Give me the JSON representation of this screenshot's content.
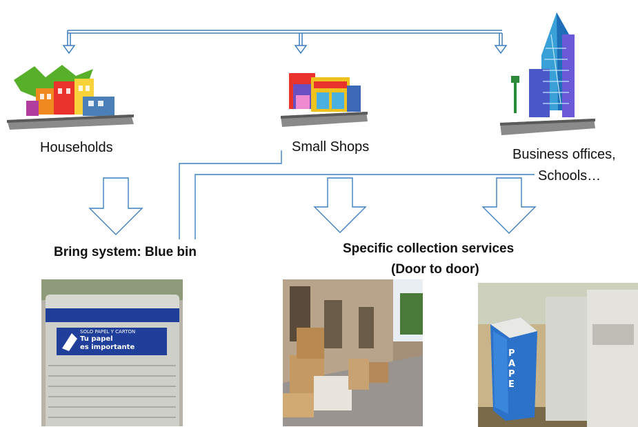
{
  "sources": {
    "households": "Households",
    "shops": "Small Shops",
    "offices_line1": "Business offices,",
    "offices_line2": "Schools…"
  },
  "systems": {
    "bring": "Bring system: Blue bin",
    "specific_line1": "Specific collection services",
    "specific_line2": "(Door to door)"
  },
  "photos": {
    "bin_sign_line1": "SOLO PAPEL Y CARTON",
    "bin_sign_line2": "Tu papel",
    "bin_sign_line3": "es importante",
    "office_box_text": "PAPE"
  },
  "colors": {
    "connector": "#3c7fc0",
    "arrow_stroke": "#3c7fc0",
    "bin_blue": "#1f3f9a"
  }
}
